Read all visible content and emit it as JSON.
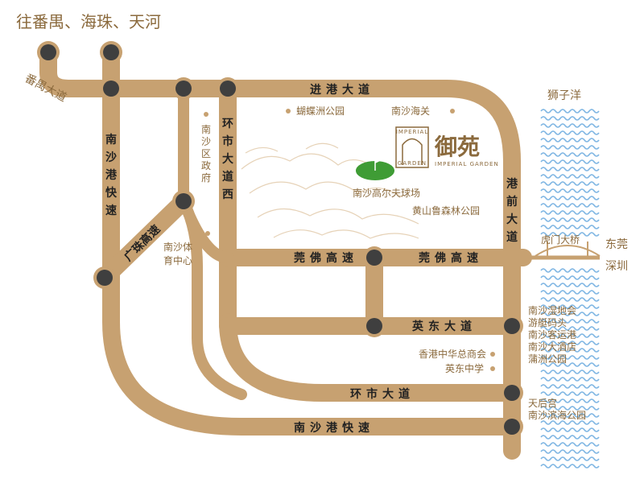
{
  "header": {
    "destination": "往番禺、海珠、天河"
  },
  "roads": {
    "panyu_avenue": "番禺大道",
    "jingang": "进港大道",
    "nansha_expressway_vertical": [
      "南",
      "沙",
      "港",
      "快",
      "速"
    ],
    "huanshi_west": [
      "环",
      "市",
      "大",
      "道",
      "西"
    ],
    "guangzhu": "广珠高速",
    "gangqian": [
      "港",
      "前",
      "大",
      "道"
    ],
    "guanfo_left": "莞佛高速",
    "guanfo_right": "莞佛高速",
    "yingdong": "英东大道",
    "huanshi": "环市大道",
    "nansha_expressway": "南沙港快速"
  },
  "pois": {
    "butterfly_park": "蝴蝶洲公园",
    "customs": "南沙海关",
    "district_gov": [
      "南",
      "沙",
      "区",
      "政",
      "府"
    ],
    "golf": "南沙高尔夫球场",
    "huangshan_park": "黄山鲁森林公园",
    "sports_center": [
      "南沙体",
      "育中心"
    ],
    "hk_chinese_association": "香港中华总商会",
    "yingdong_school": "英东中学",
    "east_list": [
      "南沙湿地会",
      "游艇码头",
      "南沙客运港",
      "南沙大酒店",
      "蒲洲公园",
      "天后宫",
      "南沙滨海公园"
    ]
  },
  "water": {
    "label": "狮子洋"
  },
  "bridge": {
    "label": "虎门大桥"
  },
  "side": {
    "destination": [
      "东莞",
      "深圳"
    ]
  },
  "brand": {
    "name": "御苑",
    "en": "IMPERIAL GARDEN",
    "emblem_top": "IMPERIAL",
    "emblem_bottom": "GARDEN"
  },
  "colors": {
    "road": "#c7a171",
    "node": "#3f3f3f",
    "label_text": "#222222",
    "poi_text": "#8b6a3d",
    "water": "#7fb6e3",
    "golf": "#3f9c35"
  }
}
